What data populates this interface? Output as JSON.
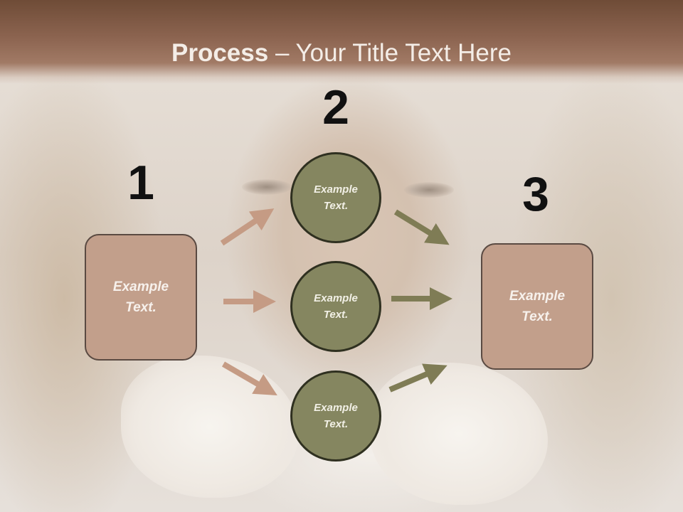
{
  "title": {
    "bold": "Process",
    "rest": " – Your Title Text Here"
  },
  "steps": {
    "one": "1",
    "two": "2",
    "three": "3"
  },
  "boxes": {
    "left": [
      "Example",
      "Text."
    ],
    "right": [
      "Example",
      "Text."
    ]
  },
  "circles": [
    [
      "Example",
      "Text."
    ],
    [
      "Example",
      "Text."
    ],
    [
      "Example",
      "Text."
    ]
  ],
  "colors": {
    "title_band": "#8c6450",
    "box_fill": "#c29f8b",
    "circle_fill": "#858660",
    "arrow_left": "#c59b84",
    "arrow_right": "#7f7c55"
  }
}
